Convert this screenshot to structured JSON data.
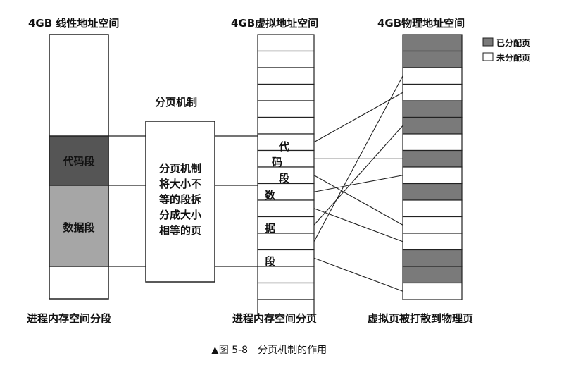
{
  "titles": {
    "linear": "4GB 线性地址空间",
    "virtual": "4GB虚拟地址空间",
    "physical": "4GB物理地址空间"
  },
  "legend": {
    "allocated": "已分配页",
    "unallocated": "未分配页"
  },
  "linear_segments": {
    "code": "代码段",
    "data": "数据段"
  },
  "paging": {
    "label": "分页机制",
    "description_lines": [
      "分页机制",
      "将大小不",
      "等的段拆",
      "分成大小",
      "相等的页"
    ]
  },
  "virtual_chars": [
    "代",
    "码",
    "段",
    "数",
    "据",
    "段"
  ],
  "captions": {
    "linear": "进程内存空间分段",
    "virtual": "进程内存空间分页",
    "physical": "虚拟页被打散到物理页"
  },
  "figure_caption": "▲图 5-8　分页机制的作用",
  "colors": {
    "code_segment": "#555555",
    "data_segment": "#a6a6a6",
    "allocated_page": "#7a7a7a",
    "line": "#222222"
  },
  "physical_pages": [
    {
      "allocated": true
    },
    {
      "allocated": true
    },
    {
      "allocated": false
    },
    {
      "allocated": false
    },
    {
      "allocated": true
    },
    {
      "allocated": true
    },
    {
      "allocated": false
    },
    {
      "allocated": true
    },
    {
      "allocated": false
    },
    {
      "allocated": true
    },
    {
      "allocated": false
    },
    {
      "allocated": false
    },
    {
      "allocated": false
    },
    {
      "allocated": true
    },
    {
      "allocated": true
    },
    {
      "allocated": false
    }
  ],
  "mappings": [
    {
      "from_page": 6,
      "to_page": 3
    },
    {
      "from_page": 7,
      "to_page": 7
    },
    {
      "from_page": 8,
      "to_page": 11
    },
    {
      "from_page": 9,
      "to_page": 8
    },
    {
      "from_page": 10,
      "to_page": 12
    },
    {
      "from_page": 11,
      "to_page": 5
    },
    {
      "from_page": 12,
      "to_page": 2
    },
    {
      "from_page": 13,
      "to_page": 15
    }
  ]
}
